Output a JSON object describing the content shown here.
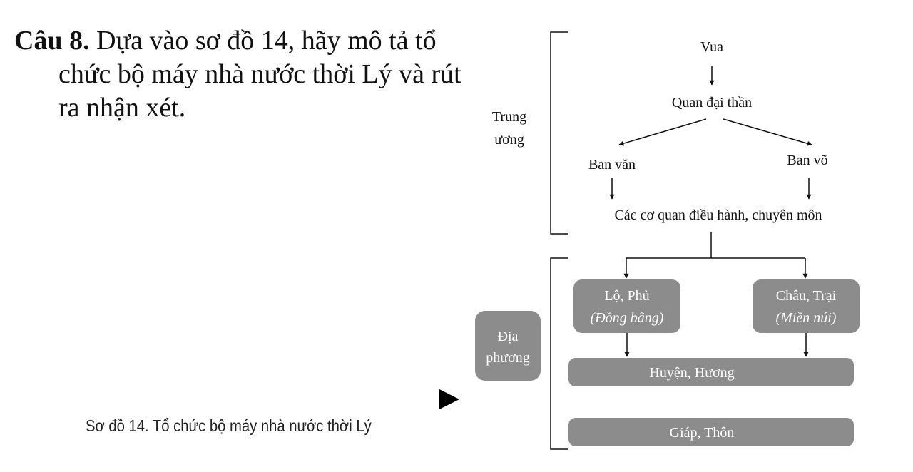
{
  "question": {
    "label": "Câu 8.",
    "lines": [
      "Dựa vào sơ đồ 14, hãy mô tả tổ",
      "chức bộ máy nhà nước thời Lý và rút",
      "ra nhận xét."
    ]
  },
  "caption": "Sơ đồ 14. Tổ chức bộ máy nhà nước thời Lý",
  "diagram": {
    "central_label": [
      "Trung",
      "ương"
    ],
    "local_label": [
      "Địa",
      "phương"
    ],
    "nodes": {
      "vua": "Vua",
      "quan_dai_than": "Quan đại thần",
      "ban_van": "Ban văn",
      "ban_vo": "Ban võ",
      "cac_co_quan": "Các cơ quan điều hành, chuyên môn",
      "lo_phu": "Lộ, Phủ",
      "lo_phu_sub": "(Đồng bằng)",
      "chau_trai": "Châu, Trại",
      "chau_trai_sub": "(Miền núi)",
      "huyen_huong": "Huyện, Hương",
      "giap_thon": "Giáp, Thôn"
    },
    "colors": {
      "box_fill": "#8c8c8c",
      "box_text": "#ffffff",
      "line": "#111111"
    }
  }
}
